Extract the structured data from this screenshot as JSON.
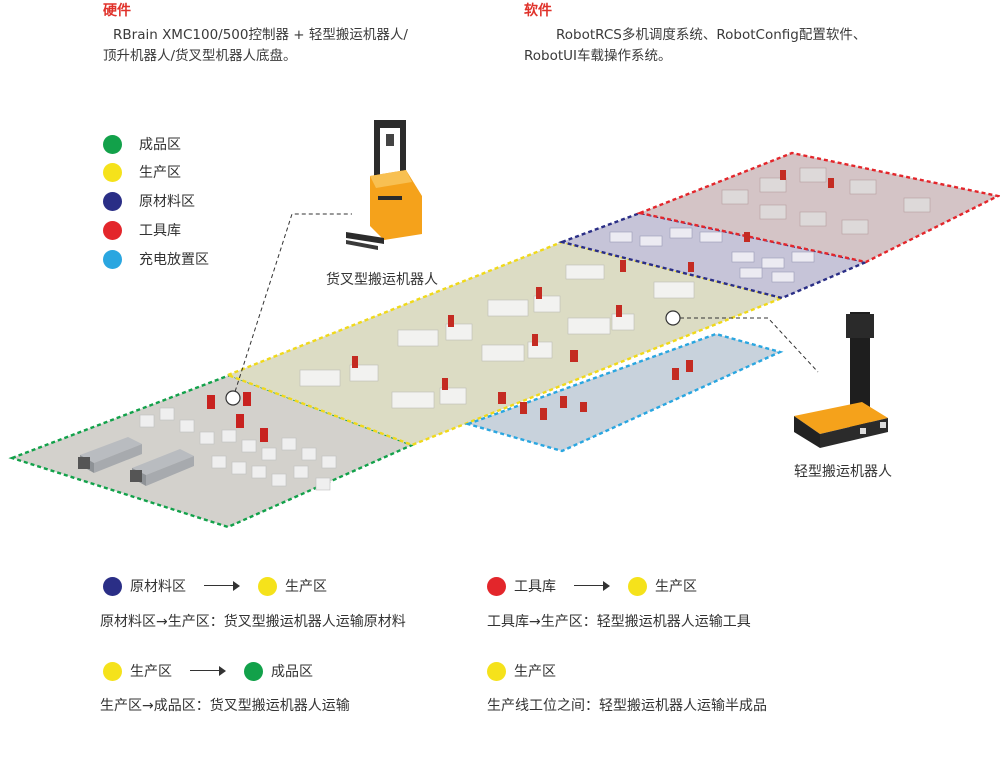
{
  "colors": {
    "accent": "#e0322b",
    "green": "#12a14a",
    "yellow": "#f5e21b",
    "navy": "#2a2e86",
    "red": "#e3262b",
    "blue": "#2aa6e0",
    "robot_orange": "#f5a21b"
  },
  "hardware": {
    "title": "硬件",
    "desc_line1": "RBrain XMC100/500控制器 + 轻型搬运机器人/",
    "desc_line2": "顶升机器人/货叉型机器人底盘。"
  },
  "software": {
    "title": "软件",
    "desc_line1": "RobotRCS多机调度系统、RobotConfig配置软件、",
    "desc_line2": "RobotUI车载操作系统。"
  },
  "legend": [
    {
      "label": "成品区",
      "color": "#12a14a"
    },
    {
      "label": "生产区",
      "color": "#f5e21b"
    },
    {
      "label": "原材料区",
      "color": "#2a2e86"
    },
    {
      "label": "工具库",
      "color": "#e3262b"
    },
    {
      "label": "充电放置区",
      "color": "#2aa6e0"
    }
  ],
  "callouts": {
    "forklift": "货叉型搬运机器人",
    "light": "轻型搬运机器人"
  },
  "flows": [
    {
      "from": "原材料区",
      "from_color": "#2a2e86",
      "to": "生产区",
      "to_color": "#f5e21b",
      "desc": "原材料区→生产区：货叉型搬运机器人运输原材料"
    },
    {
      "from": "工具库",
      "from_color": "#e3262b",
      "to": "生产区",
      "to_color": "#f5e21b",
      "desc": "工具库→生产区：轻型搬运机器人运输工具"
    },
    {
      "from": "生产区",
      "from_color": "#f5e21b",
      "to": "成品区",
      "to_color": "#12a14a",
      "desc": "生产区→成品区：货叉型搬运机器人运输"
    },
    {
      "from": "生产区",
      "from_color": "#f5e21b",
      "to": "",
      "to_color": "",
      "desc": "生产线工位之间：轻型搬运机器人运输半成品"
    }
  ]
}
